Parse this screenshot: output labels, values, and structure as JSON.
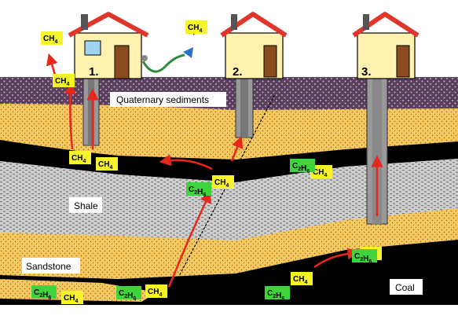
{
  "labels": {
    "quaternary": "Quaternary sediments",
    "shale": "Shale",
    "sandstone": "Sandstone",
    "coal": "Coal"
  },
  "wells": [
    "1.",
    "2.",
    "3."
  ],
  "gas": {
    "ch4": "CH",
    "ch4_sub": "4",
    "c2h6_a": "C",
    "c2h6_sub1": "2",
    "c2h6_b": "H",
    "c2h6_sub2": "6"
  },
  "colors": {
    "sandstone": "#f6c85f",
    "quaternary": "#5b3f5e",
    "shale": "#c9c9c9",
    "coal": "#000000",
    "ch4_box": "#f7f32a",
    "c2h6_box": "#3ed43e",
    "arrow": "#e8261c",
    "roof": "#e0352b",
    "house": "#fff2b0"
  }
}
